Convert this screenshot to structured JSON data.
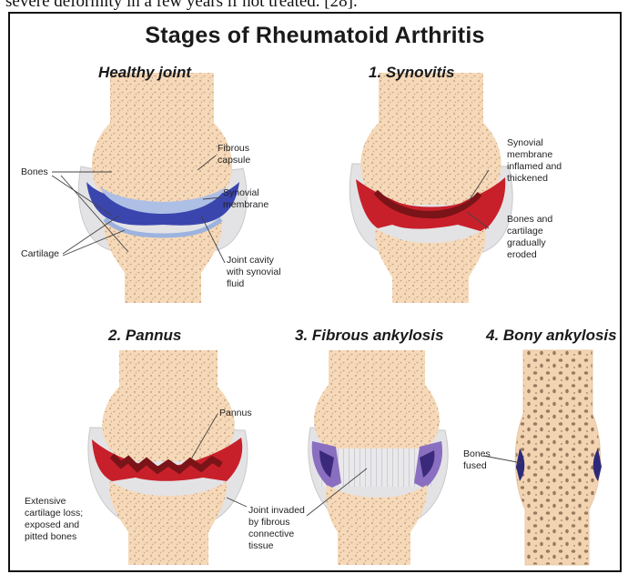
{
  "top_text": "severe deformity in a few years if not treated. [28].",
  "title": "Stages of Rheumatoid Arthritis",
  "stages": {
    "healthy": "Healthy joint",
    "synovitis": "1. Synovitis",
    "pannus": "2. Pannus",
    "fibrous": "3. Fibrous ankylosis",
    "bony": "4. Bony ankylosis"
  },
  "labels": {
    "bones": "Bones",
    "cartilage": "Cartilage",
    "fibrous_capsule": "Fibrous\ncapsule",
    "synovial_membrane": "Synovial\nmembrane",
    "joint_cavity": "Joint cavity\nwith synovial\nfluid",
    "synovial_inflamed": "Synovial\nmembrane\ninflamed and\nthickened",
    "bones_eroded": "Bones and\ncartilage\ngradually\neroded",
    "pannus": "Pannus",
    "cartilage_loss": "Extensive\ncartilage loss;\nexposed and\npitted bones",
    "joint_invaded": "Joint invaded\nby fibrous\nconnective\ntissue",
    "bones_fused": "Bones\nfused"
  },
  "colors": {
    "bone": "#f6d9b8",
    "bone_dots": "#c9a98a",
    "capsule": "#e4e4e6",
    "synovial_blue": "#3540a8",
    "cartilage_blue": "#9db3df",
    "inflamed_red": "#c8202a",
    "dark_red": "#7a1418",
    "purple": "#7b5fb0",
    "dark_purple": "#3b2a7c"
  }
}
